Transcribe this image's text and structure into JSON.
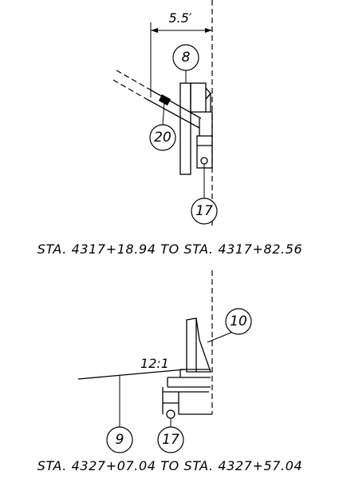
{
  "top_detail": {
    "dimension_label": "5.5′",
    "callouts": [
      "8",
      "20",
      "17"
    ],
    "station_label": "STA. 4317+18.94 TO STA. 4317+82.56"
  },
  "bottom_detail": {
    "slope_label": "12:1",
    "callouts": [
      "10",
      "9",
      "17"
    ],
    "station_label": "STA. 4327+07.04 TO STA. 4327+57.04"
  }
}
